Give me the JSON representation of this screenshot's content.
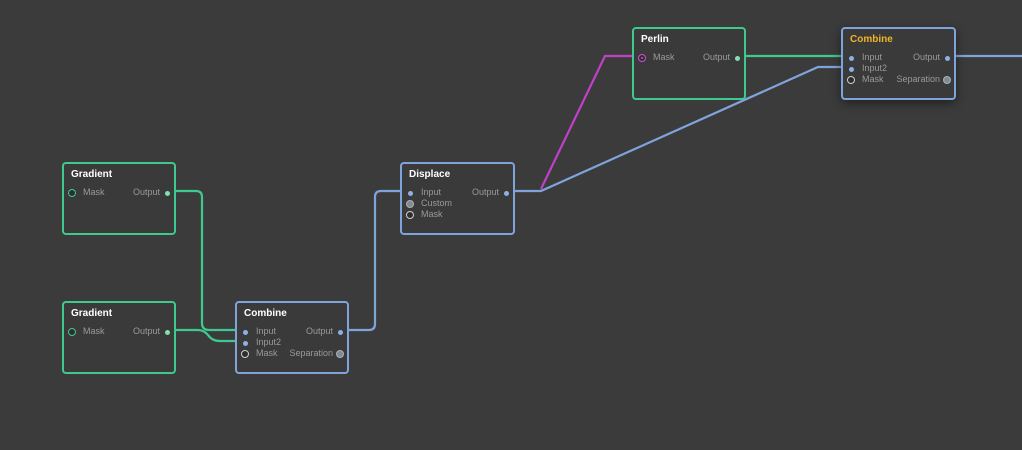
{
  "colors": {
    "background": "#3b3b3b",
    "node_green": "#3ec98f",
    "node_blue": "#7fa4dc",
    "wire_green": "#3ec98f",
    "wire_blue": "#7fa4dc",
    "wire_magenta": "#c040c8",
    "title_highlight": "#f0b429"
  },
  "nodes": {
    "gradient1": {
      "title": "Gradient",
      "in_mask": "Mask",
      "out": "Output"
    },
    "gradient2": {
      "title": "Gradient",
      "in_mask": "Mask",
      "out": "Output"
    },
    "combine1": {
      "title": "Combine",
      "in1": "Input",
      "in2": "Input2",
      "in_mask": "Mask",
      "out": "Output",
      "out2": "Separation"
    },
    "displace": {
      "title": "Displace",
      "in1": "Input",
      "in2": "Custom",
      "in_mask": "Mask",
      "out": "Output"
    },
    "perlin": {
      "title": "Perlin",
      "in_mask": "Mask",
      "out": "Output"
    },
    "combine2": {
      "title": "Combine",
      "in1": "Input",
      "in2": "Input2",
      "in_mask": "Mask",
      "out": "Output",
      "out2": "Separation",
      "selected": true
    }
  }
}
